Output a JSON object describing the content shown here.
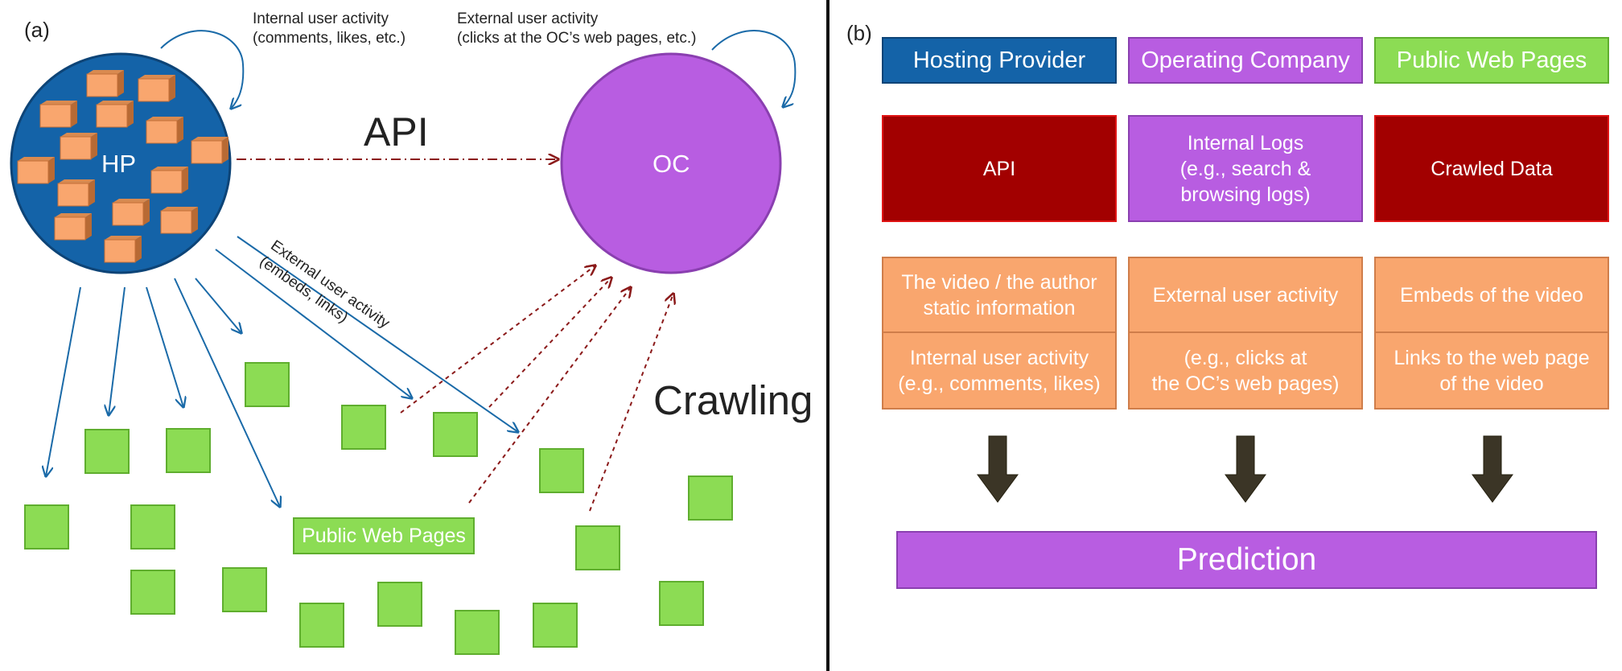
{
  "panel_a": {
    "letter": "(a)",
    "hp_label": "HP",
    "oc_label": "OC",
    "api_label": "API",
    "crawling_label": "Crawling",
    "internal_activity": [
      "Internal user activity",
      "(comments, likes, etc.)"
    ],
    "external_activity_top": [
      "External user activity",
      "(clicks at the OC’s web pages, etc.)"
    ],
    "external_activity_diag": [
      "External user activity",
      "(embeds, links)"
    ],
    "public_web_pages": "Public Web Pages"
  },
  "panel_b": {
    "letter": "(b)",
    "headers": [
      "Hosting Provider",
      "Operating Company",
      "Public Web Pages"
    ],
    "sources": [
      [
        "API"
      ],
      [
        "Internal Logs",
        "(e.g., search &",
        "browsing logs)"
      ],
      [
        "Crawled Data"
      ]
    ],
    "features_top": [
      [
        "The video / the author",
        "static information"
      ],
      [
        "External user activity"
      ],
      [
        "Embeds of the video"
      ]
    ],
    "features_bottom": [
      [
        "Internal user activity",
        "(e.g., comments, likes)"
      ],
      [
        "(e.g., clicks at",
        "the OC’s web pages)"
      ],
      [
        "Links to the web page",
        "of the video"
      ]
    ],
    "prediction": "Prediction"
  },
  "colors": {
    "hp_blue": "#1463a8",
    "oc_purple": "#b85de1",
    "web_green": "#8cdc54",
    "source_red": "#a20000",
    "feature_orange": "#f9a66e",
    "arrow_blue": "#1a6aa8",
    "dashed_red": "#8b1a1a",
    "down_arrow": "#3b3526"
  }
}
